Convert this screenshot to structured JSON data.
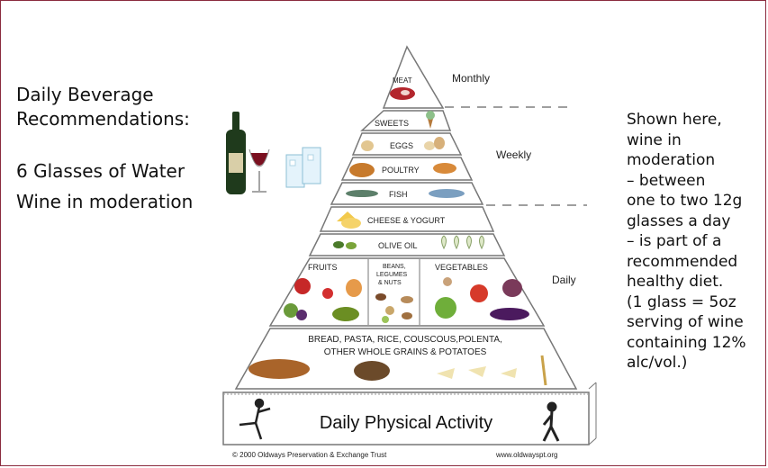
{
  "left_panel": {
    "heading_line1": "Daily Beverage",
    "heading_line2": "Recommendations:",
    "item_water": "6 Glasses of Water",
    "item_wine": "Wine in moderation"
  },
  "right_panel": {
    "lines": [
      "Shown here,",
      "wine in",
      "moderation",
      "–  between",
      "one to two 12g",
      "glasses a day",
      "– is part of a",
      "recommended",
      "healthy diet.",
      "(1 glass = 5oz",
      "serving of wine",
      "containing 12%",
      "alc/vol.)"
    ]
  },
  "pyramid": {
    "frequency_labels": {
      "monthly": "Monthly",
      "weekly": "Weekly",
      "daily": "Daily"
    },
    "tiers": {
      "meat": "MEAT",
      "sweets": "SWEETS",
      "eggs": "EGGS",
      "poultry": "POULTRY",
      "fish": "FISH",
      "cheese": "CHEESE & YOGURT",
      "olive_oil": "OLIVE OIL",
      "fruits": "FRUITS",
      "beans_line1": "BEANS,",
      "beans_line2": "LEGUMES",
      "beans_line3": "& NUTS",
      "vegetables": "VEGETABLES",
      "grains_line1": "BREAD, PASTA, RICE, COUSCOUS,POLENTA,",
      "grains_line2": "OTHER WHOLE GRAINS & POTATOES"
    },
    "base_label": "Daily Physical Activity",
    "copyright": "© 2000 Oldways Preservation & Exchange Trust",
    "website": "www.oldwayspt.org"
  },
  "colors": {
    "frame_border": "#8a2b3e",
    "pyramid_fill": "#ffffff",
    "tier_outline": "#777777"
  }
}
